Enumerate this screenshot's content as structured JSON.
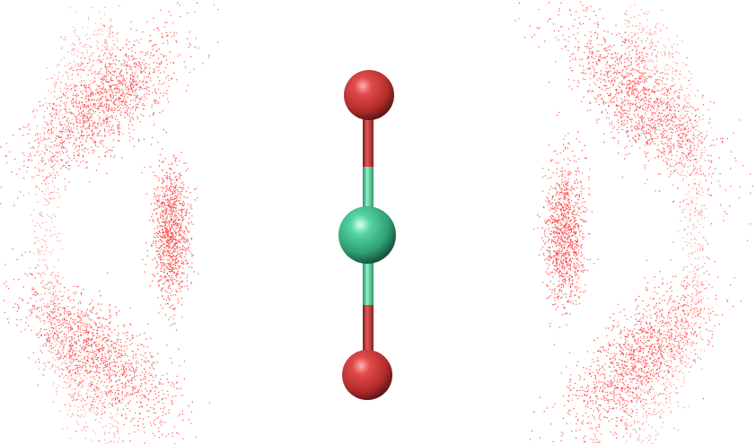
{
  "scene": {
    "description_hidden": "",
    "background_color": "#ffffff",
    "molecule": {
      "atoms": [
        {
          "name": "top-oxygen",
          "element": "O",
          "color": "#cc3333"
        },
        {
          "name": "center-atom",
          "element": "C",
          "color": "#3db88a"
        },
        {
          "name": "bottom-oxygen",
          "element": "O",
          "color": "#cc3333"
        }
      ],
      "bond_colors": {
        "oxygen": "#c23a3a",
        "center": "#4fd19f"
      }
    },
    "density_clouds": {
      "color": "#ff3b3b",
      "seed": 7
    }
  }
}
